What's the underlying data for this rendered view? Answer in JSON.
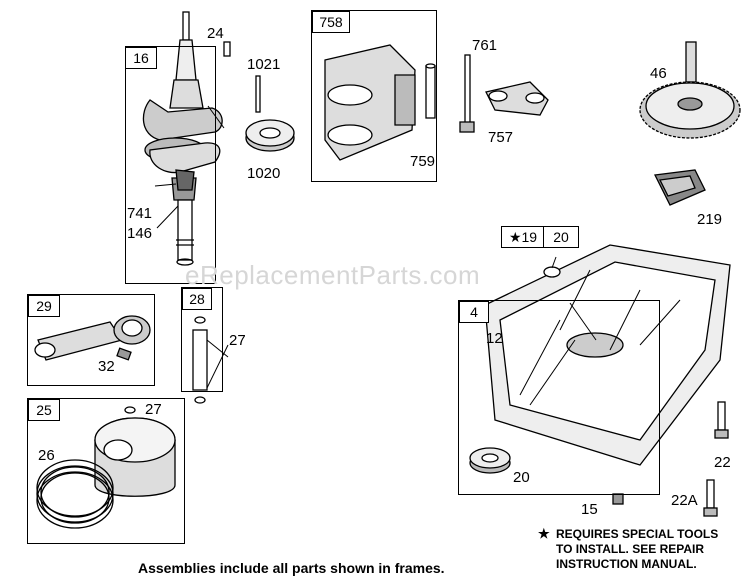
{
  "watermark": "eReplacementParts.com",
  "caption": "Assemblies include all parts shown in frames.",
  "note": {
    "star": "★",
    "line1": "REQUIRES SPECIAL TOOLS",
    "line2": "TO INSTALL.  SEE REPAIR",
    "line3": "INSTRUCTION MANUAL."
  },
  "frames": {
    "f16": "16",
    "f758": "758",
    "f29": "29",
    "f28": "28",
    "f25": "25",
    "f4": "4",
    "f19": "★19",
    "f20": "20"
  },
  "labels": {
    "p24": "24",
    "p1021": "1021",
    "p1020": "1020",
    "p741": "741",
    "p146": "146",
    "p761": "761",
    "p759": "759",
    "p757": "757",
    "p46": "46",
    "p219": "219",
    "p12": "12",
    "p32": "32",
    "p27a": "27",
    "p27b": "27",
    "p26": "26",
    "p20": "20",
    "p22": "22",
    "p22a": "22A",
    "p15": "15"
  }
}
